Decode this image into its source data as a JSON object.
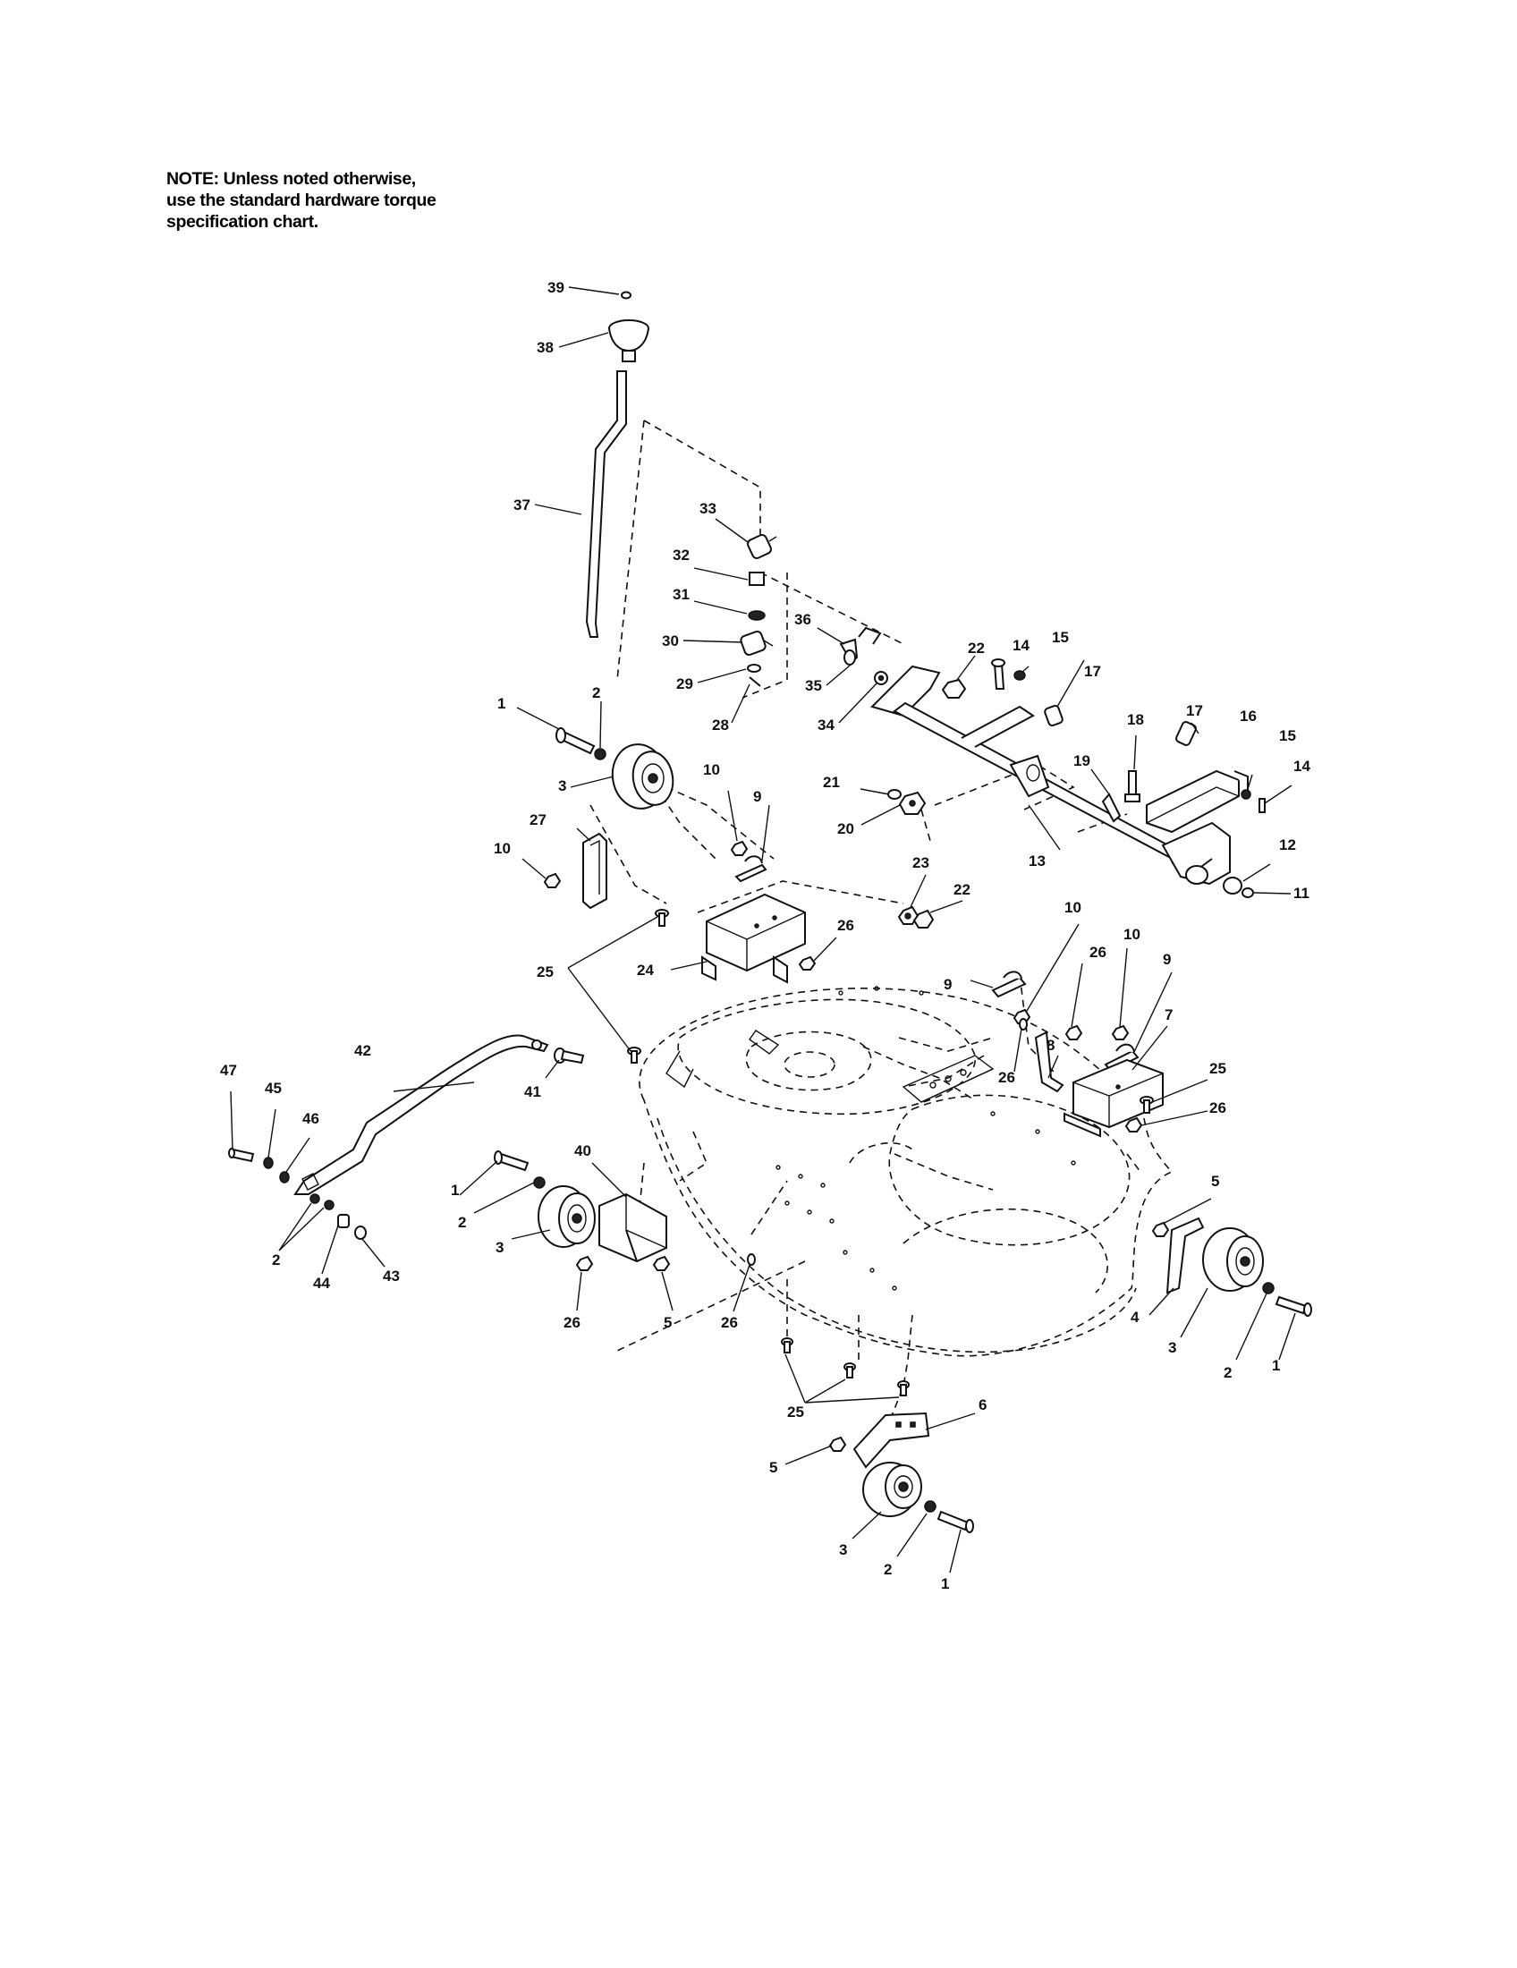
{
  "note": {
    "line1": "NOTE: Unless noted otherwise,",
    "line2": "use the standard hardware torque",
    "line3": "specification chart."
  },
  "callouts": [
    {
      "id": "c39",
      "text": "39"
    },
    {
      "id": "c38",
      "text": "38"
    },
    {
      "id": "c37",
      "text": "37"
    },
    {
      "id": "c33",
      "text": "33"
    },
    {
      "id": "c32",
      "text": "32"
    },
    {
      "id": "c31",
      "text": "31"
    },
    {
      "id": "c30",
      "text": "30"
    },
    {
      "id": "c29",
      "text": "29"
    },
    {
      "id": "c28",
      "text": "28"
    },
    {
      "id": "c36",
      "text": "36"
    },
    {
      "id": "c35",
      "text": "35"
    },
    {
      "id": "c34",
      "text": "34"
    },
    {
      "id": "c22a",
      "text": "22"
    },
    {
      "id": "c14a",
      "text": "14"
    },
    {
      "id": "c15a",
      "text": "15"
    },
    {
      "id": "c17a",
      "text": "17"
    },
    {
      "id": "c18",
      "text": "18"
    },
    {
      "id": "c17b",
      "text": "17"
    },
    {
      "id": "c16",
      "text": "16"
    },
    {
      "id": "c15b",
      "text": "15"
    },
    {
      "id": "c14b",
      "text": "14"
    },
    {
      "id": "c19",
      "text": "19"
    },
    {
      "id": "c21",
      "text": "21"
    },
    {
      "id": "c20",
      "text": "20"
    },
    {
      "id": "c13",
      "text": "13"
    },
    {
      "id": "c12",
      "text": "12"
    },
    {
      "id": "c11",
      "text": "11"
    },
    {
      "id": "c1a",
      "text": "1"
    },
    {
      "id": "c2a",
      "text": "2"
    },
    {
      "id": "c3a",
      "text": "3"
    },
    {
      "id": "c10a",
      "text": "10"
    },
    {
      "id": "c9a",
      "text": "9"
    },
    {
      "id": "c27",
      "text": "27"
    },
    {
      "id": "c10b",
      "text": "10"
    },
    {
      "id": "c23",
      "text": "23"
    },
    {
      "id": "c22b",
      "text": "22"
    },
    {
      "id": "c26a",
      "text": "26"
    },
    {
      "id": "c24",
      "text": "24"
    },
    {
      "id": "c25a",
      "text": "25"
    },
    {
      "id": "c10c",
      "text": "10"
    },
    {
      "id": "c9b",
      "text": "9"
    },
    {
      "id": "c10d",
      "text": "10"
    },
    {
      "id": "c26b",
      "text": "26"
    },
    {
      "id": "c9c",
      "text": "9"
    },
    {
      "id": "c8",
      "text": "8"
    },
    {
      "id": "c7",
      "text": "7"
    },
    {
      "id": "c26c",
      "text": "26"
    },
    {
      "id": "c25b",
      "text": "25"
    },
    {
      "id": "c26d",
      "text": "26"
    },
    {
      "id": "c42",
      "text": "42"
    },
    {
      "id": "c41",
      "text": "41"
    },
    {
      "id": "c47",
      "text": "47"
    },
    {
      "id": "c45",
      "text": "45"
    },
    {
      "id": "c46",
      "text": "46"
    },
    {
      "id": "c1b",
      "text": "1"
    },
    {
      "id": "c2b",
      "text": "2"
    },
    {
      "id": "c40",
      "text": "40"
    },
    {
      "id": "c3b",
      "text": "3"
    },
    {
      "id": "c2c",
      "text": "2"
    },
    {
      "id": "c44",
      "text": "44"
    },
    {
      "id": "c43",
      "text": "43"
    },
    {
      "id": "c26e",
      "text": "26"
    },
    {
      "id": "c5a",
      "text": "5"
    },
    {
      "id": "c26f",
      "text": "26"
    },
    {
      "id": "c5b",
      "text": "5"
    },
    {
      "id": "c4",
      "text": "4"
    },
    {
      "id": "c3c",
      "text": "3"
    },
    {
      "id": "c2d",
      "text": "2"
    },
    {
      "id": "c1c",
      "text": "1"
    },
    {
      "id": "c25c",
      "text": "25"
    },
    {
      "id": "c6",
      "text": "6"
    },
    {
      "id": "c5c",
      "text": "5"
    },
    {
      "id": "c3d",
      "text": "3"
    },
    {
      "id": "c2e",
      "text": "2"
    },
    {
      "id": "c1d",
      "text": "1"
    }
  ]
}
